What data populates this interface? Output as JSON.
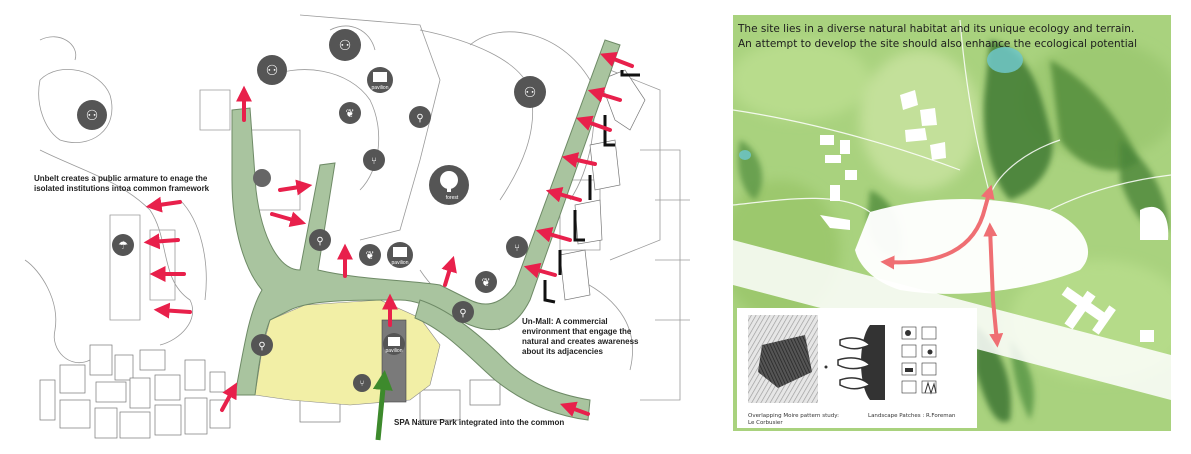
{
  "left_panel": {
    "annotations": {
      "unbelt": "Unbelt creates a public armature to enage the isolated institutions intoa common framework",
      "unmall": "Un-Mall: A commercial environment that engage the natural and creates awareness about its adjacencies",
      "spa": "SPA Nature Park integrated into the common"
    },
    "icon_labels": {
      "pavilion": "pavilion",
      "forest": "forest"
    },
    "colors": {
      "belt": "#a9c49f",
      "park": "#f2efa6",
      "arrow": "#e8204b",
      "green_arrow": "#3d8a2c",
      "icon": "#555555"
    }
  },
  "right_panel": {
    "intro_line1": "The site lies in a diverse natural habitat and its unique ecology and terrain.",
    "intro_line2": "An attempt to develop the site should also enhance the ecological potential",
    "caption_moire_1": "Overlapping Moire pattern study:",
    "caption_moire_2": "Le Corbusier",
    "caption_patches": "Landscape Patches : R.Foreman",
    "colors": {
      "meadow": "#a9d27e",
      "forest": "#4f8a3a",
      "water": "#6fc7c9",
      "arrow": "#ef6f73"
    }
  }
}
